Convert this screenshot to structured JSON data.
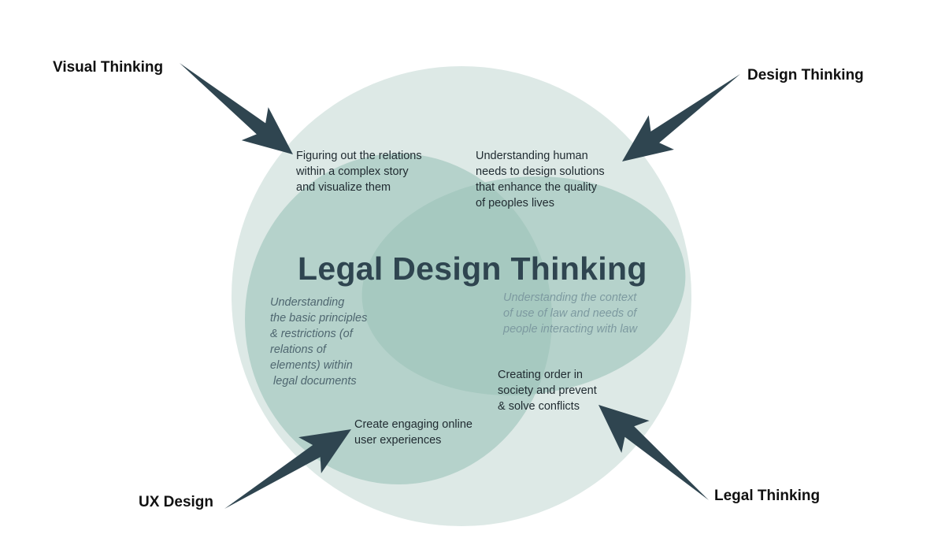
{
  "title": "Legal Design Thinking",
  "labels": {
    "visual": "Visual Thinking",
    "design": "Design Thinking",
    "ux": "UX Design",
    "legal": "Legal Thinking"
  },
  "descriptions": {
    "visual": "Figuring out the relations\nwithin a complex story\nand visualize them",
    "design": "Understanding human\nneeds to design solutions\nthat enhance the quality\nof peoples lives",
    "left_italic": "Understanding\nthe basic principles\n& restrictions (of\nrelations of\nelements) within\n legal documents",
    "right_italic": "Understanding the context\nof use of law and needs of\npeople interacting with law",
    "legal": "Creating order in\nsociety and prevent\n& solve conflicts",
    "ux": "Create engaging online\nuser experiences"
  },
  "colors": {
    "outer": "#dde9e6",
    "ellipse": "#9cc3ba",
    "arrow": "#2f4550"
  }
}
